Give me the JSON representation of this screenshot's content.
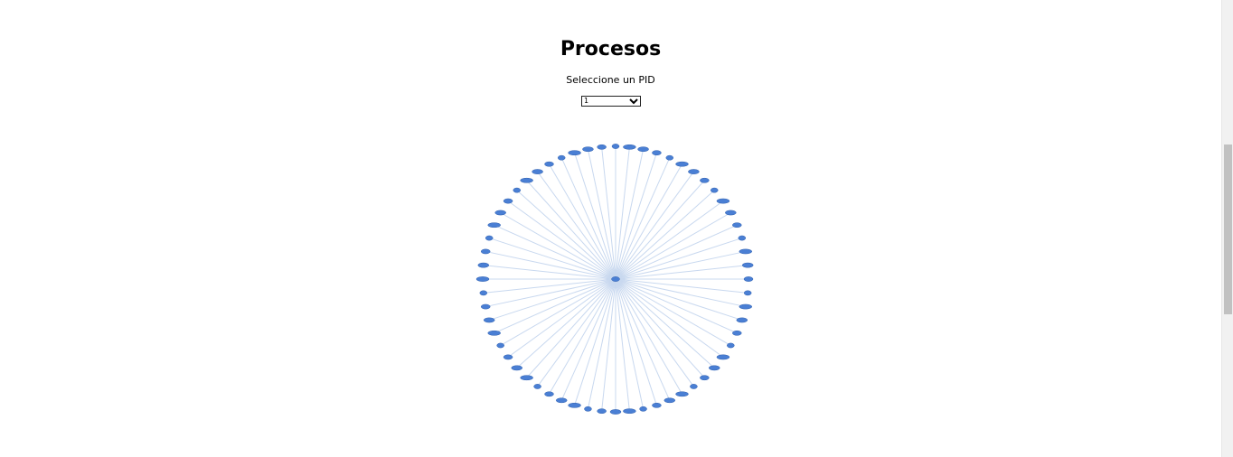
{
  "page": {
    "title": "Procesos",
    "pid_label": "Seleccione un PID",
    "pid_selected": "1"
  },
  "graph": {
    "root_pid": "1",
    "child_count": 60,
    "node_color": "#4a7fd4",
    "edge_color": "#c8d8ef"
  }
}
